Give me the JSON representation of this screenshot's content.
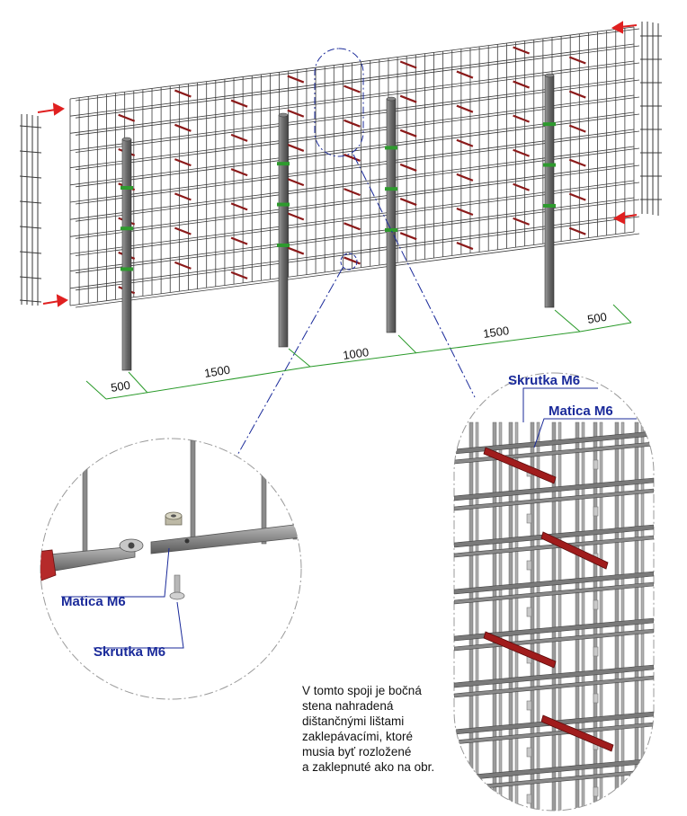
{
  "dimensions": [
    "500",
    "1500",
    "1000",
    "1500",
    "500"
  ],
  "callouts": {
    "detail_left_nut": "Matica M6",
    "detail_left_bolt": "Skrutka M6",
    "detail_right_bolt": "Skrutka M6",
    "detail_right_nut": "Matica M6"
  },
  "note": "V tomto spoji je bočná\nstena nahradená\ndištančnými lištami\nzaklepávacími, ktoré\nmusia byť rozložené\na zaklepnuté ako na obr.",
  "colors": {
    "mesh": "#3a3a3a",
    "post": "#6a6a6a",
    "spacer": "#8b1a1a",
    "clip": "#2e9a2e",
    "arrow": "#e02020",
    "dimension": "#2a9a2a",
    "leader": "#1a2a9a"
  }
}
